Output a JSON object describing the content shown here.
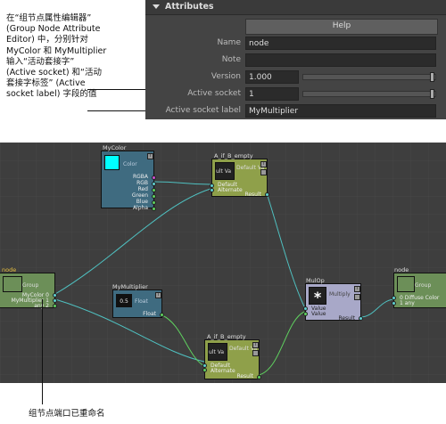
{
  "callouts": {
    "top_lines": [
      "在“组节点属性编辑器”",
      "(Group Node Attribute",
      "Editor) 中，分别针对",
      "MyColor 和 MyMultiplier",
      "输入“活动套接字”",
      "(Active socket) 和“活动",
      "套接字标签” (Active",
      "socket label) 字段的值"
    ],
    "bottom": "组节点端口已重命名"
  },
  "panel": {
    "title": "Attributes",
    "help_label": "Help",
    "name_label": "Name",
    "name_value": "node",
    "note_label": "Note",
    "note_value": "",
    "version_label": "Version",
    "version_value": "1.000",
    "active_socket_label": "Active socket",
    "active_socket_value": "1",
    "active_socket_label_label": "Active socket label",
    "active_socket_label_value": "MyMultiplier"
  },
  "graph": {
    "mycolor": {
      "title": "MyColor",
      "type": "Color",
      "color": "#00ffff",
      "ports": [
        "RGBA",
        "RGB",
        "Red",
        "Green",
        "Blue",
        "Alpha"
      ]
    },
    "ifb_top": {
      "title": "A_if_B_empty",
      "thumb": "ult Va",
      "type": "Default Va",
      "ports": [
        "Default",
        "Alternate"
      ],
      "out": "Result"
    },
    "ifb_bottom": {
      "title": "A_if_B_empty",
      "thumb": "ult Va",
      "type": "Default Va",
      "ports": [
        "Default",
        "Alternate"
      ],
      "out": "Result"
    },
    "group_left": {
      "title": "node",
      "type": "Group",
      "ports": [
        "MyColor 0",
        "MyMultiplier 1",
        "any 2"
      ]
    },
    "mymult": {
      "title": "MyMultiplier",
      "thumb": "0.5",
      "type": "Float",
      "out": "Float"
    },
    "mulop": {
      "title": "MulOp",
      "thumb": "*",
      "type": "Multiply",
      "ports": [
        "Value",
        "Value"
      ],
      "out": "Result"
    },
    "group_right": {
      "title": "node",
      "type": "Group",
      "ports": [
        "0 Diffuse Color",
        "1 any"
      ]
    }
  },
  "colors": {
    "node_blue": "#3f6b80",
    "node_olive": "#8fa04a",
    "node_lilac": "#a8a8c8",
    "node_group": "#6c8f58",
    "wire": "#4fc0c0"
  }
}
